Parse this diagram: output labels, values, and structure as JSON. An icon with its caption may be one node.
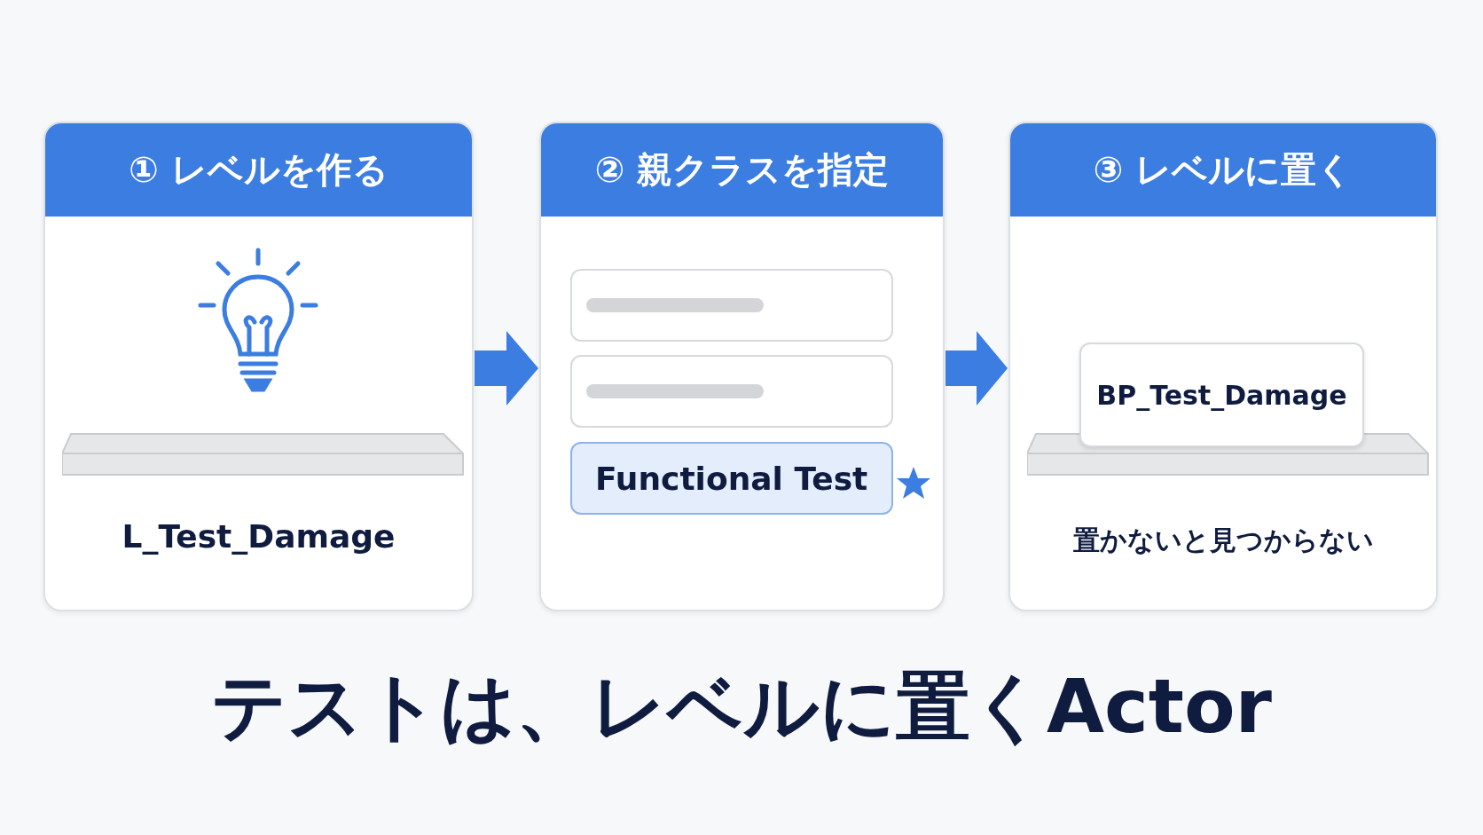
{
  "diagram": {
    "title": "テストは、レベルに置くActor",
    "nodes": [
      {
        "text": [
          "① レベルを作る",
          "L_Test_Damage"
        ]
      },
      {
        "text": [
          "② 親クラスを指定"
        ]
      },
      {
        "text": [],
        "shape": "box",
        "in": 1
      },
      {
        "text": [],
        "shape": "box",
        "in": 1
      },
      {
        "text": [
          "Functional Test"
        ],
        "in": 1
      },
      {
        "text": [
          "③ レベルに置く",
          "置かないと見つからない"
        ]
      },
      {
        "text": [
          "BP_Test_Damage"
        ],
        "in": 5
      }
    ],
    "edges": [
      {
        "from": 0,
        "to": 1,
        "arrow": "to"
      },
      {
        "from": 1,
        "to": 5,
        "arrow": "to"
      }
    ]
  }
}
